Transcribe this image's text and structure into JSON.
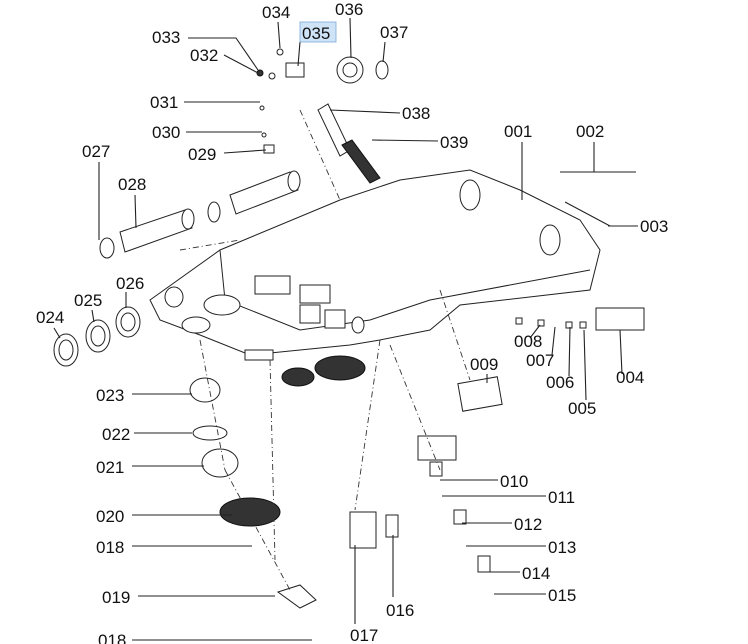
{
  "diagram": {
    "highlighted_label": "035",
    "highlight_color": "#cfe3f7",
    "labels": {
      "l001": "001",
      "l002": "002",
      "l003": "003",
      "l004": "004",
      "l005": "005",
      "l006": "006",
      "l007": "007",
      "l008": "008",
      "l009": "009",
      "l010": "010",
      "l011": "011",
      "l012": "012",
      "l013": "013",
      "l014": "014",
      "l015": "015",
      "l016": "016",
      "l017": "017",
      "l018a": "018",
      "l018b": "018",
      "l019": "019",
      "l020": "020",
      "l021": "021",
      "l022": "022",
      "l023": "023",
      "l024": "024",
      "l025": "025",
      "l026": "026",
      "l027": "027",
      "l028": "028",
      "l029": "029",
      "l030": "030",
      "l031": "031",
      "l032": "032",
      "l033": "033",
      "l034": "034",
      "l035": "035",
      "l036": "036",
      "l037": "037",
      "l038": "038",
      "l039": "039"
    }
  }
}
